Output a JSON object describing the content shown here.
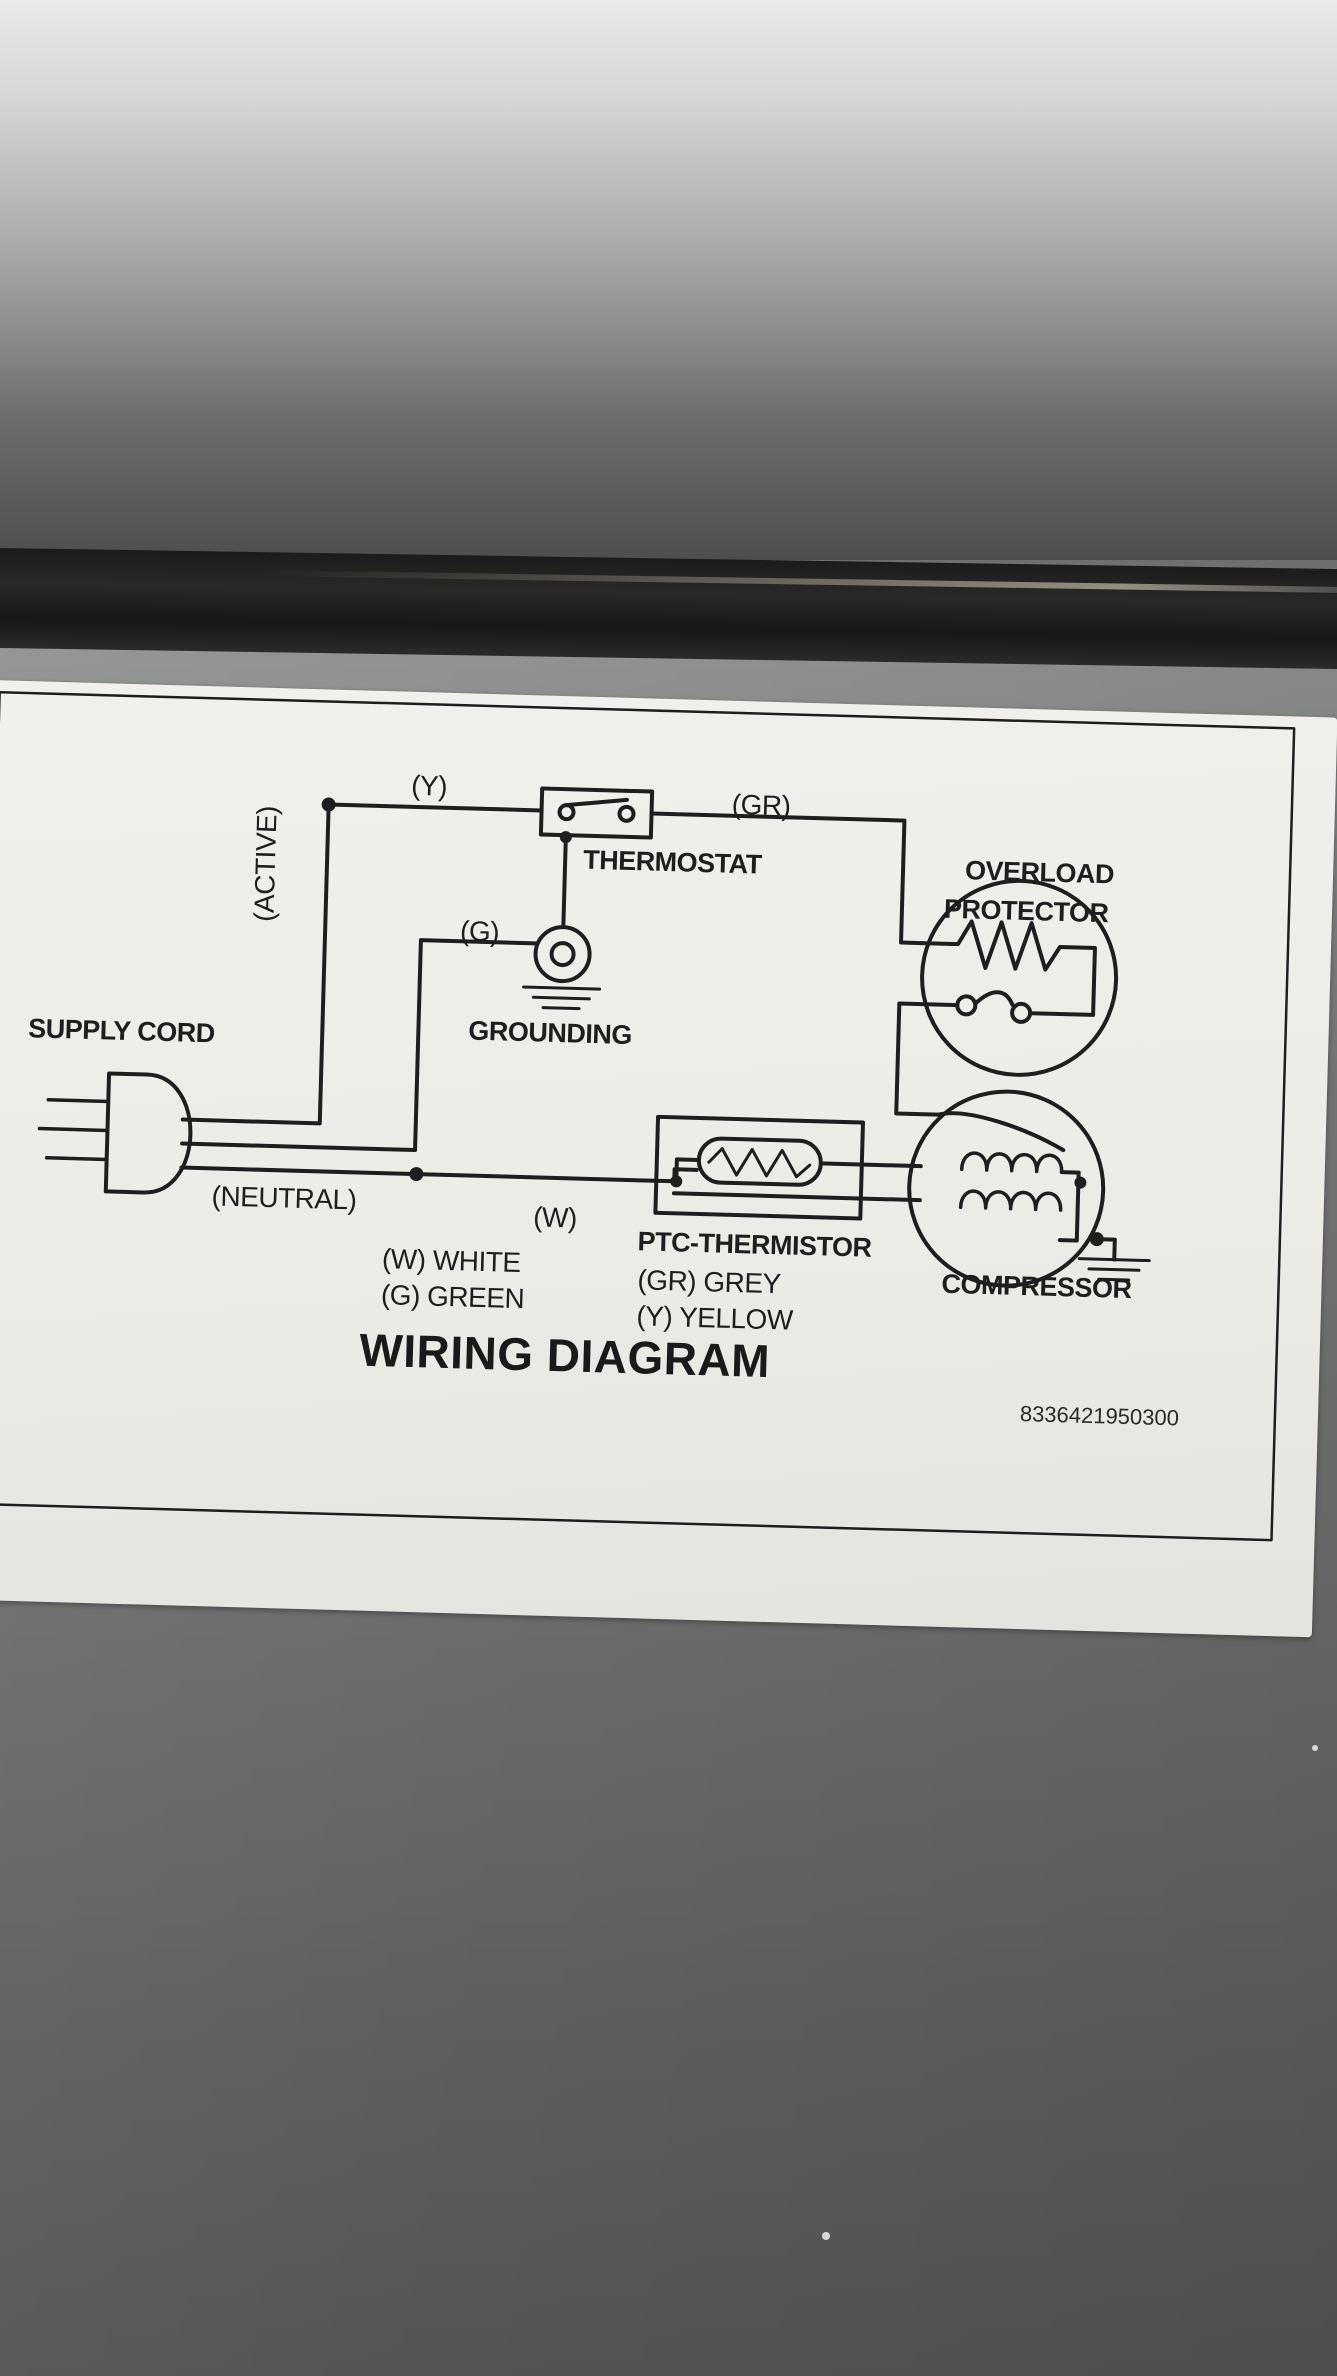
{
  "diagram": {
    "title": "WIRING DIAGRAM",
    "part_number": "8336421950300",
    "components": {
      "thermostat": "THERMOSTAT",
      "overload_protector_line1": "OVERLOAD",
      "overload_protector_line2": "PROTECTOR",
      "grounding": "GROUNDING",
      "supply_cord": "SUPPLY CORD",
      "ptc_thermistor": "PTC-THERMISTOR",
      "compressor": "COMPRESSOR"
    },
    "wire_labels": {
      "yellow_top": "(Y)",
      "grey_top": "(GR)",
      "green": "(G)",
      "active": "(ACTIVE)",
      "neutral": "(NEUTRAL)",
      "white": "(W)"
    },
    "legend": {
      "white": "(W) WHITE",
      "green": "(G) GREEN",
      "grey": "(GR) GREY",
      "yellow": "(Y) YELLOW"
    }
  },
  "colors": {
    "label_paper": "#ecebe6",
    "ink": "#1e1e1e",
    "panel_metal": "#6f6f6f",
    "edge_strip": "#1c1b1b"
  }
}
